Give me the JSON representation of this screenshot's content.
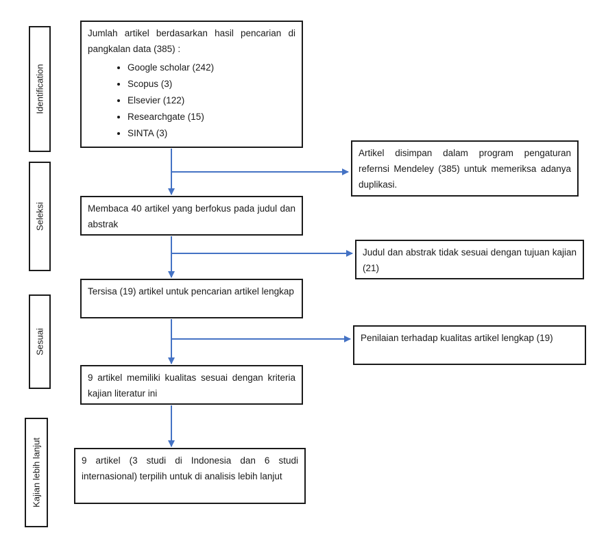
{
  "stages": [
    {
      "label": "Identification"
    },
    {
      "label": "Seleksi"
    },
    {
      "label": "Sesuai"
    },
    {
      "label": "Kajian lebih lanjut"
    }
  ],
  "boxes": {
    "identification": {
      "text": "Jumlah artikel berdasarkan hasil pencarian di pangkalan data (385) :",
      "sources": [
        "Google scholar (242)",
        "Scopus (3)",
        "Elsevier (122)",
        "Researchgate (15)",
        "SINTA (3)"
      ]
    },
    "dedup": {
      "text": "Artikel disimpan dalam program pengaturan refernsi Mendeley (385) untuk memeriksa adanya duplikasi."
    },
    "screening": {
      "text": "Membaca 40 artikel yang berfokus pada judul dan abstrak"
    },
    "excluded": {
      "text": "Judul  dan abstrak tidak sesuai dengan tujuan kajian (21)"
    },
    "remaining": {
      "text": "Tersisa (19) artikel untuk pencarian artikel lengkap"
    },
    "assessment": {
      "text": "Penilaian terhadap kualitas artikel lengkap (19)"
    },
    "eligible": {
      "text": "9 artikel memiliki kualitas sesuai dengan kriteria kajian literatur ini"
    },
    "final": {
      "text": "9 artikel (3 studi di Indonesia dan 6 studi internasional) terpilih untuk di analisis lebih lanjut"
    }
  },
  "colors": {
    "arrow": "#4472c4",
    "border": "#1a1a1a"
  }
}
